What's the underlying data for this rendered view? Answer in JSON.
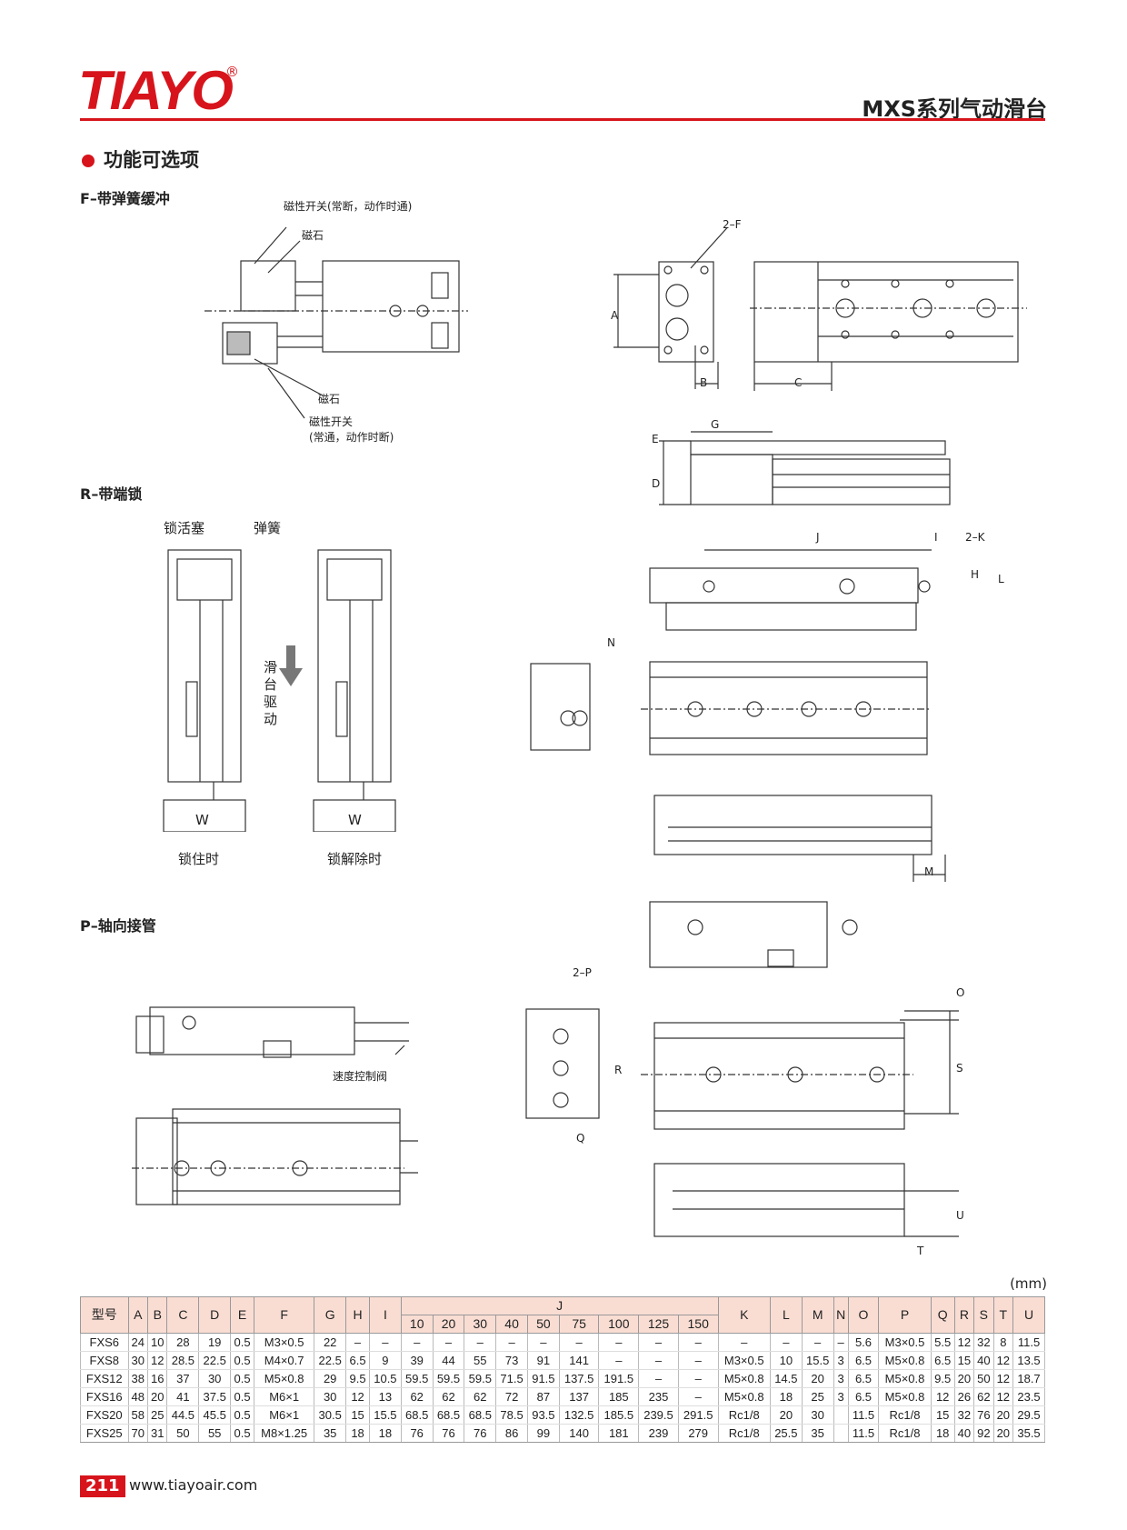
{
  "header": {
    "logo": "TIAYO",
    "registered": "®",
    "series": "MXS系列气动滑台"
  },
  "section": {
    "title": "功能可选项"
  },
  "f_option": {
    "title": "F–带弹簧缓冲",
    "switch_nc": "磁性开关(常断，动作时通)",
    "magnet1": "磁石",
    "magnet2": "磁石",
    "switch_no": "磁性开关",
    "switch_no_note": "(常通，动作时断)"
  },
  "r_option": {
    "title": "R–带端锁",
    "lock_piston": "锁活塞",
    "spring": "弹簧",
    "drive_text": "滑台驱动",
    "w1": "W",
    "w2": "W",
    "locked": "锁住时",
    "unlocked": "锁解除时"
  },
  "p_option": {
    "title": "P–轴向接管",
    "speed_valve": "速度控制阀"
  },
  "dims": {
    "f2": "2–F",
    "a": "A",
    "b": "B",
    "c": "C",
    "g": "G",
    "e": "E",
    "d": "D",
    "j": "J",
    "i": "I",
    "k2": "2–K",
    "h": "H",
    "l": "L",
    "n": "N",
    "m": "M",
    "o": "O",
    "s": "S",
    "p2": "2–P",
    "r": "R",
    "q": "Q",
    "u": "U",
    "t": "T"
  },
  "table": {
    "unit": "(mm)",
    "headers": [
      "型号",
      "A",
      "B",
      "C",
      "D",
      "E",
      "F",
      "G",
      "H",
      "I",
      "J",
      "K",
      "L",
      "M",
      "N",
      "O",
      "P",
      "Q",
      "R",
      "S",
      "T",
      "U"
    ],
    "j_sub": [
      "10",
      "20",
      "30",
      "40",
      "50",
      "75",
      "100",
      "125",
      "150"
    ],
    "rows": [
      [
        "FXS6",
        "24",
        "10",
        "28",
        "19",
        "0.5",
        "M3×0.5",
        "22",
        "–",
        "–",
        "–",
        "–",
        "–",
        "–",
        "–",
        "–",
        "–",
        "–",
        "–",
        "–",
        "–",
        "–",
        "–",
        "5.6",
        "M3×0.5",
        "5.5",
        "12",
        "32",
        "8",
        "11.5"
      ],
      [
        "FXS8",
        "30",
        "12",
        "28.5",
        "22.5",
        "0.5",
        "M4×0.7",
        "22.5",
        "6.5",
        "9",
        "39",
        "44",
        "55",
        "73",
        "91",
        "141",
        "–",
        "–",
        "–",
        "M3×0.5",
        "10",
        "15.5",
        "3",
        "6.5",
        "M5×0.8",
        "6.5",
        "15",
        "40",
        "12",
        "13.5"
      ],
      [
        "FXS12",
        "38",
        "16",
        "37",
        "30",
        "0.5",
        "M5×0.8",
        "29",
        "9.5",
        "10.5",
        "59.5",
        "59.5",
        "59.5",
        "71.5",
        "91.5",
        "137.5",
        "191.5",
        "–",
        "–",
        "M5×0.8",
        "14.5",
        "20",
        "3",
        "6.5",
        "M5×0.8",
        "9.5",
        "20",
        "50",
        "12",
        "18.7"
      ],
      [
        "FXS16",
        "48",
        "20",
        "41",
        "37.5",
        "0.5",
        "M6×1",
        "30",
        "12",
        "13",
        "62",
        "62",
        "62",
        "72",
        "87",
        "137",
        "185",
        "235",
        "–",
        "M5×0.8",
        "18",
        "25",
        "3",
        "6.5",
        "M5×0.8",
        "12",
        "26",
        "62",
        "12",
        "23.5"
      ],
      [
        "FXS20",
        "58",
        "25",
        "44.5",
        "45.5",
        "0.5",
        "M6×1",
        "30.5",
        "15",
        "15.5",
        "68.5",
        "68.5",
        "68.5",
        "78.5",
        "93.5",
        "132.5",
        "185.5",
        "239.5",
        "291.5",
        "Rc1/8",
        "20",
        "30",
        "",
        "11.5",
        "Rc1/8",
        "15",
        "32",
        "76",
        "20",
        "29.5"
      ],
      [
        "FXS25",
        "70",
        "31",
        "50",
        "55",
        "0.5",
        "M8×1.25",
        "35",
        "18",
        "18",
        "76",
        "76",
        "76",
        "86",
        "99",
        "140",
        "181",
        "239",
        "279",
        "Rc1/8",
        "25.5",
        "35",
        "",
        "11.5",
        "Rc1/8",
        "18",
        "40",
        "92",
        "20",
        "35.5"
      ]
    ]
  },
  "footer": {
    "page": "211",
    "website": "www.tiayoair.com"
  }
}
